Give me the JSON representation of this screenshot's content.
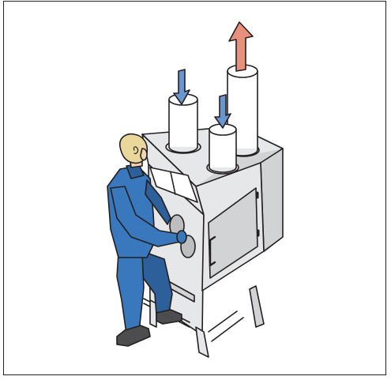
{
  "illustration": {
    "subject": "worker-at-glove-box-with-ventilation-ducts",
    "airflow": [
      {
        "direction": "in",
        "color": "#6a96cf"
      },
      {
        "direction": "in",
        "color": "#6a96cf"
      },
      {
        "direction": "out",
        "color": "#e8907b"
      }
    ],
    "colors": {
      "outline": "#231f20",
      "cabinet": "#e6e7e8",
      "cabinet_side": "#d1d3d4",
      "cabinet_dark": "#bcbec0",
      "duct": "#ffffff",
      "worker_suit": "#3a78bd",
      "worker_suit_dark": "#2d5f9a",
      "hair": "#ead79b",
      "skin": "#f2d3b3",
      "boots": "#4d4d4f",
      "arrow_in": "#6a96cf",
      "arrow_out": "#e8907b"
    }
  }
}
